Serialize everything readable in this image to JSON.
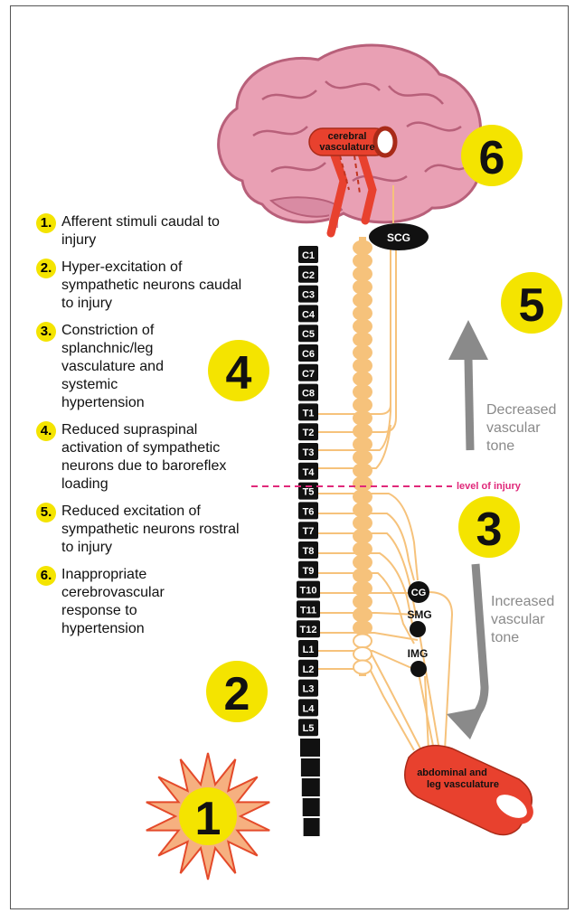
{
  "colors": {
    "yellow": "#f4e400",
    "nerve": "#f6c27b",
    "vessel": "#e8412e",
    "brain": "#e9a0b4",
    "injury_line": "#e0287a",
    "arrow_gray": "#8a8a8a",
    "vertebra": "#111111"
  },
  "brain": {
    "vessel_label": "cerebral vasculature",
    "ganglion_label": "SCG"
  },
  "vertebrae": [
    "C1",
    "C2",
    "C3",
    "C4",
    "C5",
    "C6",
    "C7",
    "C8",
    "T1",
    "T2",
    "T3",
    "T4",
    "T5",
    "T6",
    "T7",
    "T8",
    "T9",
    "T10",
    "T11",
    "T12",
    "L1",
    "L2",
    "L3",
    "L4",
    "L5"
  ],
  "injury_label": "level of injury",
  "ganglia": [
    "CG",
    "SMG",
    "IMG"
  ],
  "vessel_label": "abdominal and leg vasculature",
  "upper_arrow_label": "Decreased vascular tone",
  "lower_arrow_label": "Increased vascular tone",
  "big_numbers": {
    "n1": "1",
    "n2": "2",
    "n3": "3",
    "n4": "4",
    "n5": "5",
    "n6": "6"
  },
  "steps": [
    {
      "num": "1.",
      "text": "Afferent stimuli caudal to injury"
    },
    {
      "num": "2.",
      "text": "Hyper-excitation of sympathetic neurons caudal to injury"
    },
    {
      "num": "3.",
      "text": "Constriction of splanchnic/leg vasculature and systemic hypertension"
    },
    {
      "num": "4.",
      "text": "Reduced supraspinal activation of sympathetic neurons due to baroreflex loading"
    },
    {
      "num": "5.",
      "text": "Reduced excitation of sympathetic neurons rostral to injury"
    },
    {
      "num": "6.",
      "text": "Inappropriate cerebrovascular response to hypertension"
    }
  ]
}
